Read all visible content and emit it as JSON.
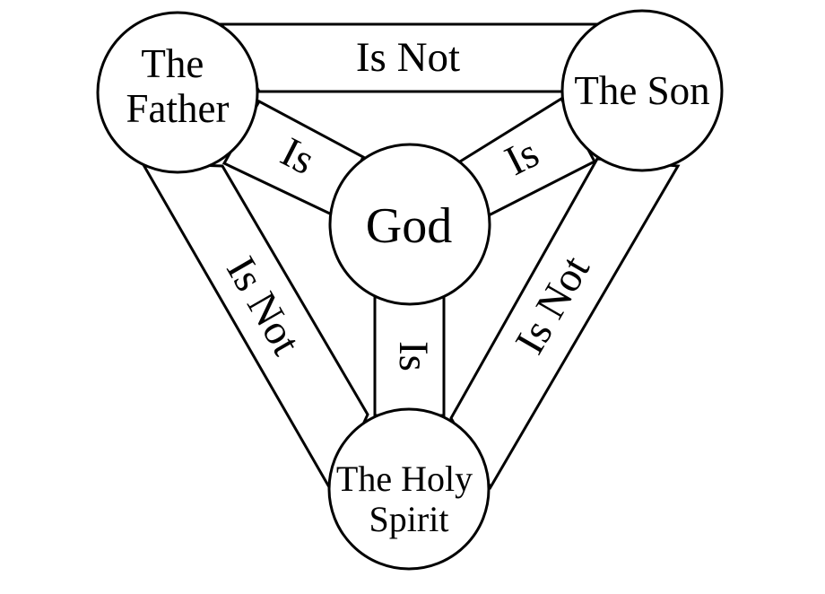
{
  "diagram": {
    "nodes": {
      "father": {
        "lines": [
          "The",
          "Father"
        ]
      },
      "son": {
        "lines": [
          "The Son"
        ]
      },
      "spirit": {
        "lines": [
          "The Holy",
          "Spirit"
        ]
      },
      "god": {
        "lines": [
          "God"
        ]
      }
    },
    "links": {
      "father_son": "Is Not",
      "father_spirit": "Is Not",
      "son_spirit": "Is Not",
      "father_god": "Is",
      "son_god": "Is",
      "spirit_god": "Is"
    },
    "colors": {
      "stroke": "#000000",
      "fill": "#ffffff"
    }
  }
}
